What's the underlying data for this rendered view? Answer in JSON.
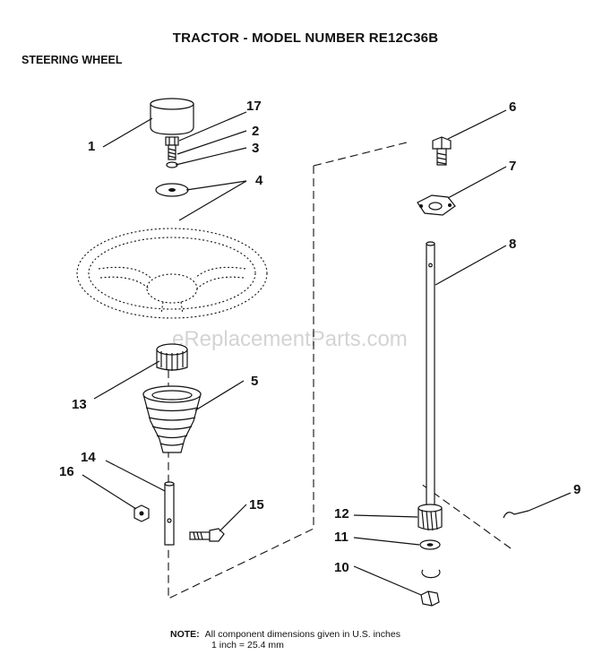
{
  "header": {
    "title": "TRACTOR  - MODEL NUMBER RE12C36B",
    "subtitle": "STEERING WHEEL"
  },
  "watermark": "eReplacementParts.com",
  "callouts": {
    "c1": "1",
    "c2": "2",
    "c3": "3",
    "c4": "4",
    "c5": "5",
    "c6": "6",
    "c7": "7",
    "c8": "8",
    "c9": "9",
    "c10": "10",
    "c11": "11",
    "c12": "12",
    "c13": "13",
    "c14": "14",
    "c15": "15",
    "c16": "16",
    "c17": "17"
  },
  "note": {
    "label": "NOTE:",
    "line1": "All component dimensions given in U.S. inches",
    "line2": "1 inch = 25.4 mm"
  }
}
